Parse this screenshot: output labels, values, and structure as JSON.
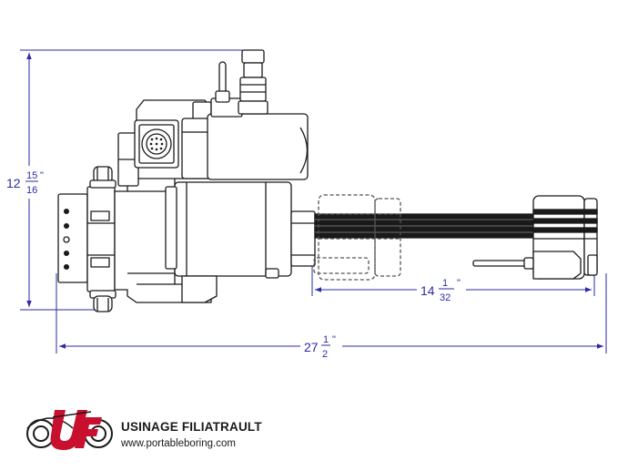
{
  "dimensions": {
    "height": {
      "whole": "12",
      "num": "15",
      "den": "16",
      "unit": "\""
    },
    "stroke": {
      "whole": "14",
      "num": "1",
      "den": "32",
      "unit": "\""
    },
    "length": {
      "whole": "27",
      "num": "1",
      "den": "2",
      "unit": "\""
    }
  },
  "logo": {
    "company": "USINAGE FILIATRAULT",
    "website": "www.portableboring.com",
    "accent_color": "#c8102e"
  },
  "colors": {
    "dimension_line": "#2a2aa6",
    "outline": "#1a1a1a",
    "hidden_line": "#555555"
  }
}
